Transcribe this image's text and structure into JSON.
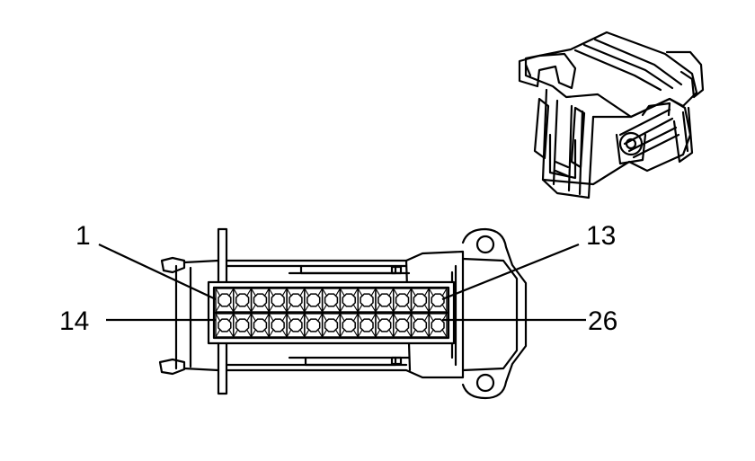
{
  "diagram": {
    "connector": {
      "pin_labels": {
        "top_left": "1",
        "top_right": "13",
        "bottom_left": "14",
        "bottom_right": "26"
      },
      "pins_per_row": 13,
      "rows": 2
    }
  }
}
